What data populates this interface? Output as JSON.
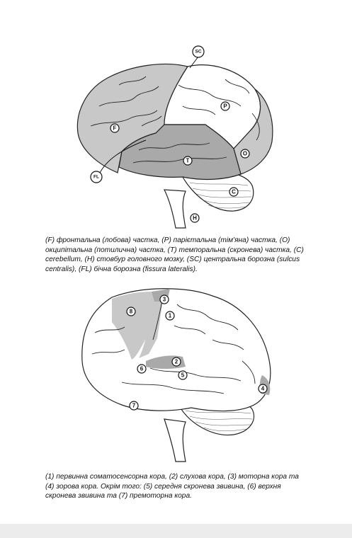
{
  "figure1": {
    "labels": {
      "frontal": "F",
      "parietal": "P",
      "occipital": "O",
      "temporal": "T",
      "cerebellum": "C",
      "brainstem": "H",
      "central_sulcus": "SC",
      "lateral_fissure": "FL"
    },
    "caption": "(F) фронтальна (лобова) частка, (P) парієтальна (тім'яна) частка, (O) окципітальна (потилична) частка, (T) темпоральна (скронева) частка, (C) cerebellum, (H) стовбур головного мозку, (SC) центральна борозна (sulcus centralis), (FL) бічна борозна (fissura lateralis)."
  },
  "figure2": {
    "labels": {
      "somatosensory": "1",
      "auditory": "2",
      "motor": "3",
      "visual": "4",
      "middle_temporal": "5",
      "superior_temporal": "6",
      "premotor": "7",
      "area_8": "8"
    },
    "caption": "(1) первинна соматосенсорна кора, (2) слухова кора, (3) моторна кора та (4) зорова кора. Окрім того: (5) середня скронева звивина, (6) верхня скронева звивина та (7) премоторна кора."
  },
  "colors": {
    "region_light": "#c8c8c8",
    "region_dark": "#a9a9a9",
    "outline": "#222222",
    "footer_bar": "#ececec"
  }
}
